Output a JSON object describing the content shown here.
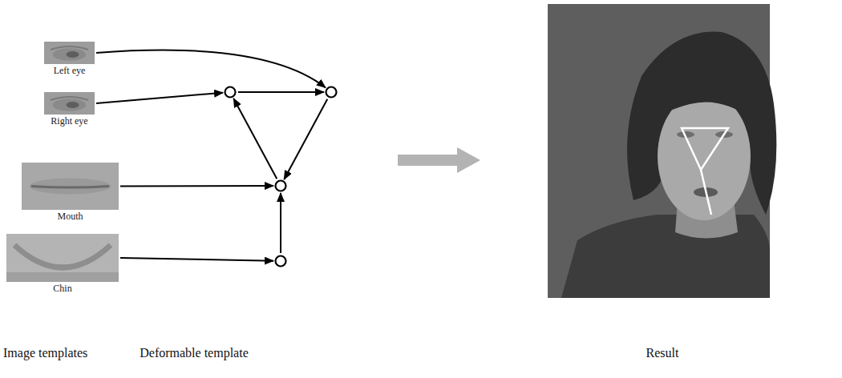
{
  "diagram": {
    "nodes": [
      {
        "text": [
          "Left eye"
        ]
      },
      {
        "text": [
          "Right eye"
        ]
      },
      {
        "text": [
          "Mouth"
        ]
      },
      {
        "text": [
          "Chin"
        ]
      },
      {
        "text": []
      },
      {
        "text": []
      },
      {
        "text": []
      },
      {
        "text": []
      }
    ],
    "edges": [
      {
        "from": 0,
        "to": 5,
        "arrow": "to"
      },
      {
        "from": 1,
        "to": 4,
        "arrow": "to"
      },
      {
        "from": 2,
        "to": 6,
        "arrow": "to"
      },
      {
        "from": 3,
        "to": 7,
        "arrow": "to"
      },
      {
        "from": 4,
        "to": 5,
        "arrow": "to"
      },
      {
        "from": 5,
        "to": 6,
        "arrow": "to"
      },
      {
        "from": 6,
        "to": 4,
        "arrow": "to"
      },
      {
        "from": 7,
        "to": 6,
        "arrow": "to"
      }
    ],
    "labels": [
      "Image templates",
      "Deformable template",
      "Result"
    ]
  }
}
